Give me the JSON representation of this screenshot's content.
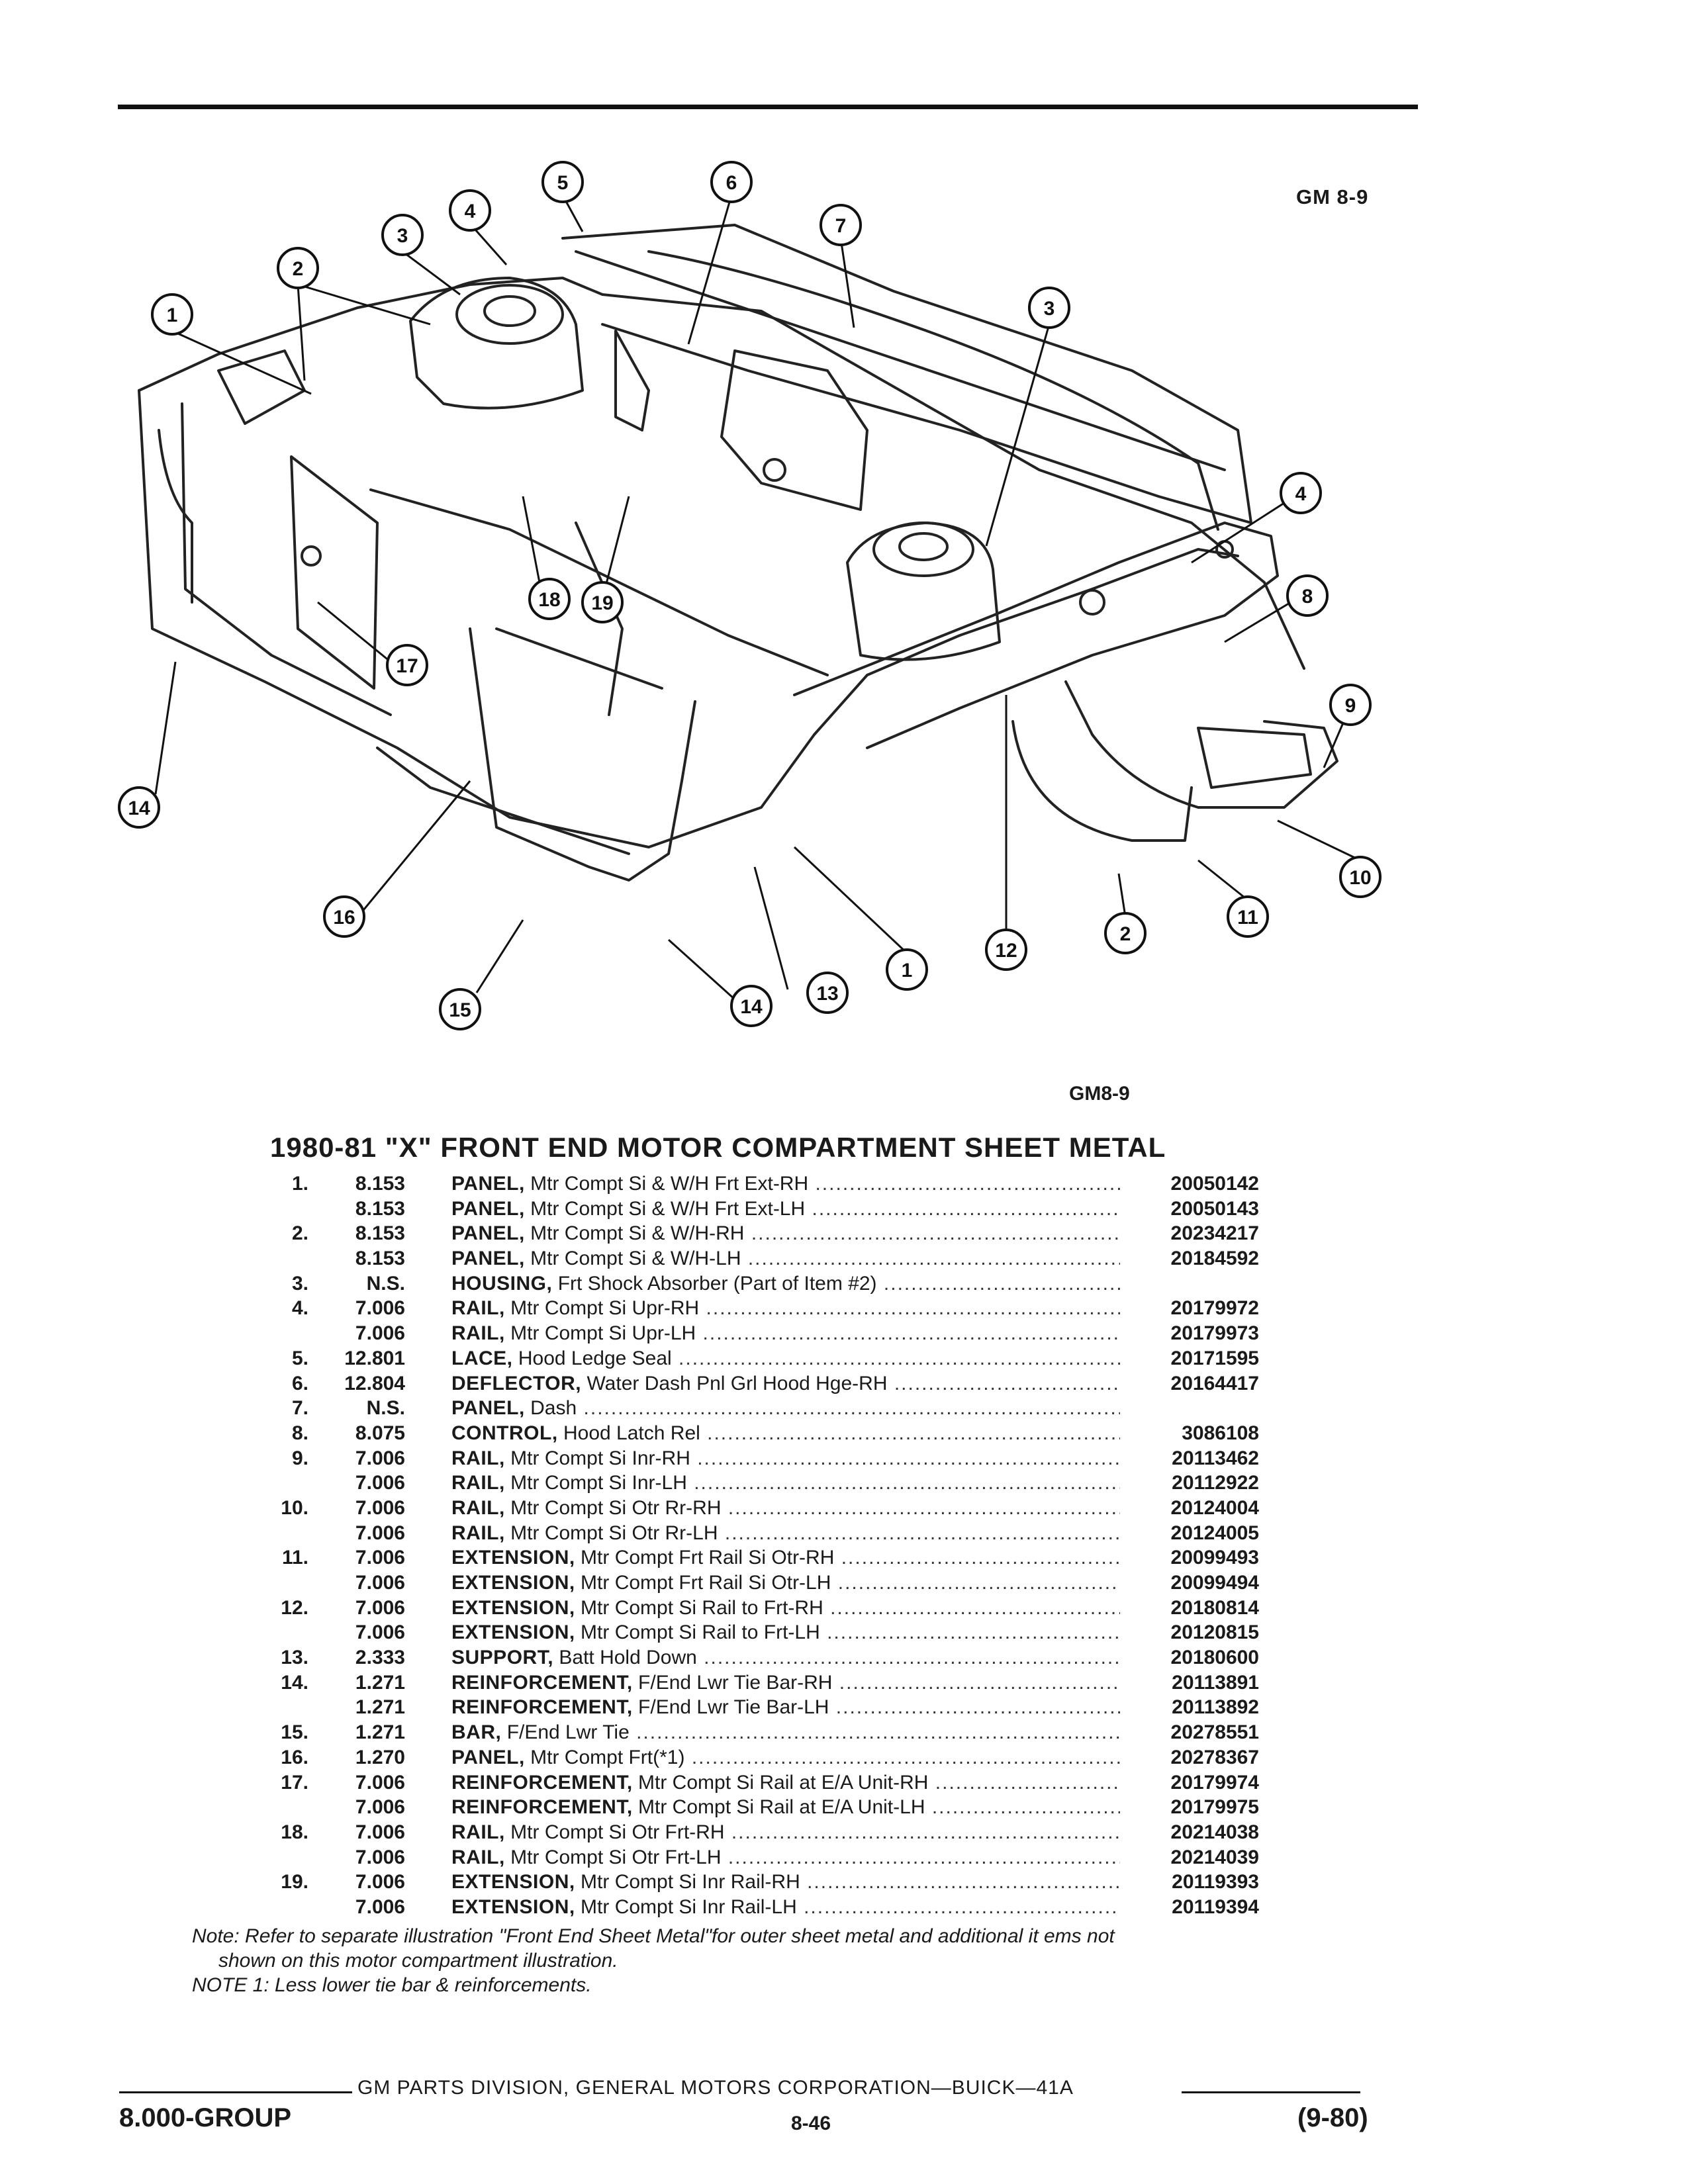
{
  "figure": {
    "code_top": "GM 8-9",
    "code_bottom": "GM8-9",
    "callouts": [
      "1",
      "2",
      "3",
      "4",
      "5",
      "6",
      "7",
      "3",
      "4",
      "8",
      "9",
      "10",
      "11",
      "2",
      "12",
      "1",
      "13",
      "14",
      "15",
      "16",
      "14",
      "17",
      "18",
      "19"
    ]
  },
  "section_title": "1980-81 \"X\" FRONT END MOTOR COMPARTMENT SHEET METAL",
  "parts": [
    {
      "item": "1.",
      "group": "8.153",
      "name": "PANEL,",
      "desc": "Mtr Compt Si & W/H Frt Ext-RH",
      "part": "20050142"
    },
    {
      "item": "",
      "group": "8.153",
      "name": "PANEL,",
      "desc": "Mtr Compt Si & W/H Frt Ext-LH",
      "part": "20050143"
    },
    {
      "item": "2.",
      "group": "8.153",
      "name": "PANEL,",
      "desc": "Mtr Compt Si & W/H-RH",
      "part": "20234217"
    },
    {
      "item": "",
      "group": "8.153",
      "name": "PANEL,",
      "desc": "Mtr Compt Si & W/H-LH",
      "part": "20184592"
    },
    {
      "item": "3.",
      "group": "N.S.",
      "name": "HOUSING,",
      "desc": "Frt Shock Absorber (Part of Item #2)",
      "part": ""
    },
    {
      "item": "4.",
      "group": "7.006",
      "name": "RAIL,",
      "desc": "Mtr Compt Si Upr-RH",
      "part": "20179972"
    },
    {
      "item": "",
      "group": "7.006",
      "name": "RAIL,",
      "desc": "Mtr Compt Si Upr-LH",
      "part": "20179973"
    },
    {
      "item": "5.",
      "group": "12.801",
      "name": "LACE,",
      "desc": "Hood Ledge Seal",
      "part": "20171595"
    },
    {
      "item": "6.",
      "group": "12.804",
      "name": "DEFLECTOR,",
      "desc": "Water Dash Pnl Grl Hood Hge-RH",
      "part": "20164417"
    },
    {
      "item": "7.",
      "group": "N.S.",
      "name": "PANEL,",
      "desc": "Dash",
      "part": ""
    },
    {
      "item": "8.",
      "group": "8.075",
      "name": "CONTROL,",
      "desc": "Hood Latch Rel",
      "part": "3086108"
    },
    {
      "item": "9.",
      "group": "7.006",
      "name": "RAIL,",
      "desc": "Mtr Compt Si Inr-RH",
      "part": "20113462"
    },
    {
      "item": "",
      "group": "7.006",
      "name": "RAIL,",
      "desc": "Mtr Compt Si Inr-LH",
      "part": "20112922"
    },
    {
      "item": "10.",
      "group": "7.006",
      "name": "RAIL,",
      "desc": "Mtr Compt Si Otr Rr-RH",
      "part": "20124004"
    },
    {
      "item": "",
      "group": "7.006",
      "name": "RAIL,",
      "desc": "Mtr Compt Si Otr Rr-LH",
      "part": "20124005"
    },
    {
      "item": "11.",
      "group": "7.006",
      "name": "EXTENSION,",
      "desc": "Mtr Compt Frt Rail Si Otr-RH",
      "part": "20099493"
    },
    {
      "item": "",
      "group": "7.006",
      "name": "EXTENSION,",
      "desc": "Mtr Compt Frt Rail Si Otr-LH",
      "part": "20099494"
    },
    {
      "item": "12.",
      "group": "7.006",
      "name": "EXTENSION,",
      "desc": "Mtr Compt Si Rail to Frt-RH",
      "part": "20180814"
    },
    {
      "item": "",
      "group": "7.006",
      "name": "EXTENSION,",
      "desc": "Mtr Compt Si Rail to Frt-LH",
      "part": "20120815"
    },
    {
      "item": "13.",
      "group": "2.333",
      "name": "SUPPORT,",
      "desc": "Batt Hold Down",
      "part": "20180600"
    },
    {
      "item": "14.",
      "group": "1.271",
      "name": "REINFORCEMENT,",
      "desc": "F/End Lwr Tie Bar-RH",
      "part": "20113891"
    },
    {
      "item": "",
      "group": "1.271",
      "name": "REINFORCEMENT,",
      "desc": "F/End Lwr Tie Bar-LH",
      "part": "20113892"
    },
    {
      "item": "15.",
      "group": "1.271",
      "name": "BAR,",
      "desc": "F/End Lwr Tie",
      "part": "20278551"
    },
    {
      "item": "16.",
      "group": "1.270",
      "name": "PANEL,",
      "desc": "Mtr Compt Frt(*1)",
      "part": "20278367"
    },
    {
      "item": "17.",
      "group": "7.006",
      "name": "REINFORCEMENT,",
      "desc": "Mtr Compt Si Rail at E/A Unit-RH",
      "part": "20179974"
    },
    {
      "item": "",
      "group": "7.006",
      "name": "REINFORCEMENT,",
      "desc": "Mtr Compt Si Rail at E/A Unit-LH",
      "part": "20179975"
    },
    {
      "item": "18.",
      "group": "7.006",
      "name": "RAIL,",
      "desc": "Mtr Compt Si Otr Frt-RH",
      "part": "20214038"
    },
    {
      "item": "",
      "group": "7.006",
      "name": "RAIL,",
      "desc": "Mtr Compt Si Otr Frt-LH",
      "part": "20214039"
    },
    {
      "item": "19.",
      "group": "7.006",
      "name": "EXTENSION,",
      "desc": "Mtr Compt Si Inr Rail-RH",
      "part": "20119393"
    },
    {
      "item": "",
      "group": "7.006",
      "name": "EXTENSION,",
      "desc": "Mtr Compt Si Inr Rail-LH",
      "part": "20119394"
    }
  ],
  "notes": {
    "line1": "Note: Refer to separate illustration \"Front End Sheet Metal\"for outer sheet metal and additional it ems not",
    "line2": "shown on this motor compartment illustration.",
    "line3": "NOTE 1: Less lower tie bar & reinforcements."
  },
  "footer": {
    "center": "GM PARTS DIVISION, GENERAL MOTORS CORPORATION—BUICK—41A",
    "group": "8.000-GROUP",
    "page": "8-46",
    "date": "(9-80)"
  }
}
